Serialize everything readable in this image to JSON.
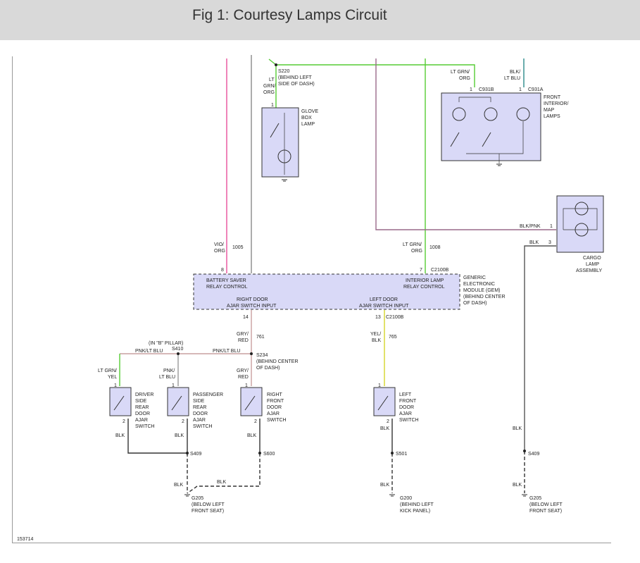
{
  "title": "Fig 1: Courtesy Lamps Circuit",
  "figure_id": "153714",
  "splices": {
    "s220": {
      "name": "S220",
      "note1": "(BEHIND LEFT",
      "note2": "SIDE OF DASH)"
    },
    "s410": {
      "name": "S410",
      "pillar": "(IN \"B\" PILLAR)"
    },
    "s234": {
      "name": "S234",
      "note1": "(BEHIND CENTER",
      "note2": "OF DASH)"
    },
    "s409a": "S409",
    "s600": "S600",
    "s501": "S501",
    "s409b": "S409"
  },
  "grounds": {
    "g205a": {
      "name": "G205",
      "note1": "(BELOW LEFT",
      "note2": "FRONT SEAT)"
    },
    "g200": {
      "name": "G200",
      "note1": "(BEHIND LEFT",
      "note2": "KICK PANEL)"
    },
    "g205b": {
      "name": "G205",
      "note1": "(BELOW LEFT",
      "note2": "FRONT SEAT)"
    }
  },
  "components": {
    "glove": [
      "GLOVE",
      "BOX",
      "LAMP"
    ],
    "map": [
      "FRONT",
      "INTERIOR/",
      "MAP",
      "LAMPS"
    ],
    "cargo": [
      "CARGO",
      "LAMP",
      "ASSEMBLY"
    ],
    "gem": [
      "GENERIC",
      "ELECTRONIC",
      "MODULE (GEM)",
      "(BEHIND CENTER",
      "OF DASH)"
    ],
    "driver": [
      "DRIVER",
      "SIDE",
      "REAR",
      "DOOR",
      "AJAR",
      "SWITCH"
    ],
    "passenger": [
      "PASSENGER",
      "SIDE",
      "REAR",
      "DOOR",
      "AJAR",
      "SWITCH"
    ],
    "rightfront": [
      "RIGHT",
      "FRONT",
      "DOOR",
      "AJAR",
      "SWITCH"
    ],
    "leftfront": [
      "LEFT",
      "FRONT",
      "DOOR",
      "AJAR",
      "SWITCH"
    ]
  },
  "gem_labels": {
    "battery_saver_1": "BATTERY SAVER",
    "battery_saver_2": "RELAY CONTROL",
    "interior_lamp_1": "INTERIOR LAMP",
    "interior_lamp_2": "RELAY CONTROL",
    "right_door_1": "RIGHT DOOR",
    "right_door_2": "AJAR SWITCH INPUT",
    "left_door_1": "LEFT DOOR",
    "left_door_2": "AJAR SWITCH INPUT"
  },
  "connectors": {
    "c931b": "C931B",
    "c931a": "C931A",
    "c2100b_top": "C2100B",
    "c2100b_bot": "C2100B"
  },
  "wires": {
    "ltgrn": "LT",
    "grn": "GRN/",
    "org": "ORG",
    "map_ltgrn_1": "LT GRN/",
    "map_ltgrn_2": "ORG",
    "map_blk_1": "BLK/",
    "map_blk_2": "LT BLU",
    "vio_1": "VIO/",
    "vio_2": "ORG",
    "vio_circ": "1005",
    "gem_ltgrn_1": "LT GRN/",
    "gem_ltgrn_2": "ORG",
    "gem_circ": "1008",
    "blkpnk": "BLK/PNK",
    "blk_cargo": "BLK",
    "gryred_1": "GRY/",
    "gryred_2": "RED",
    "gryred_circ": "761",
    "yelblk_1": "YEL/",
    "yelblk_2": "BLK",
    "yelblk_circ": "765",
    "pnkltblu_a": "PNK/LT BLU",
    "pnkltblu_b": "PNK/LT BLU",
    "ltgrnyel_1": "LT GRN/",
    "ltgrnyel_2": "YEL",
    "pnk_1": "PNK/",
    "pnk_2": "LT BLU",
    "rf_gryred_1": "GRY/",
    "rf_gryred_2": "RED",
    "blk": "BLK"
  },
  "pins": {
    "p1": "1",
    "p2": "2",
    "p3": "3",
    "p7": "7",
    "p8": "8",
    "p13": "13",
    "p14": "14"
  },
  "colors": {
    "pink": "#e8509b",
    "green": "#55cc33",
    "teal": "#2a8a8a",
    "purple": "#9a6a8a",
    "yellow": "#d6d62a",
    "gray": "#888888",
    "black": "#333333"
  }
}
